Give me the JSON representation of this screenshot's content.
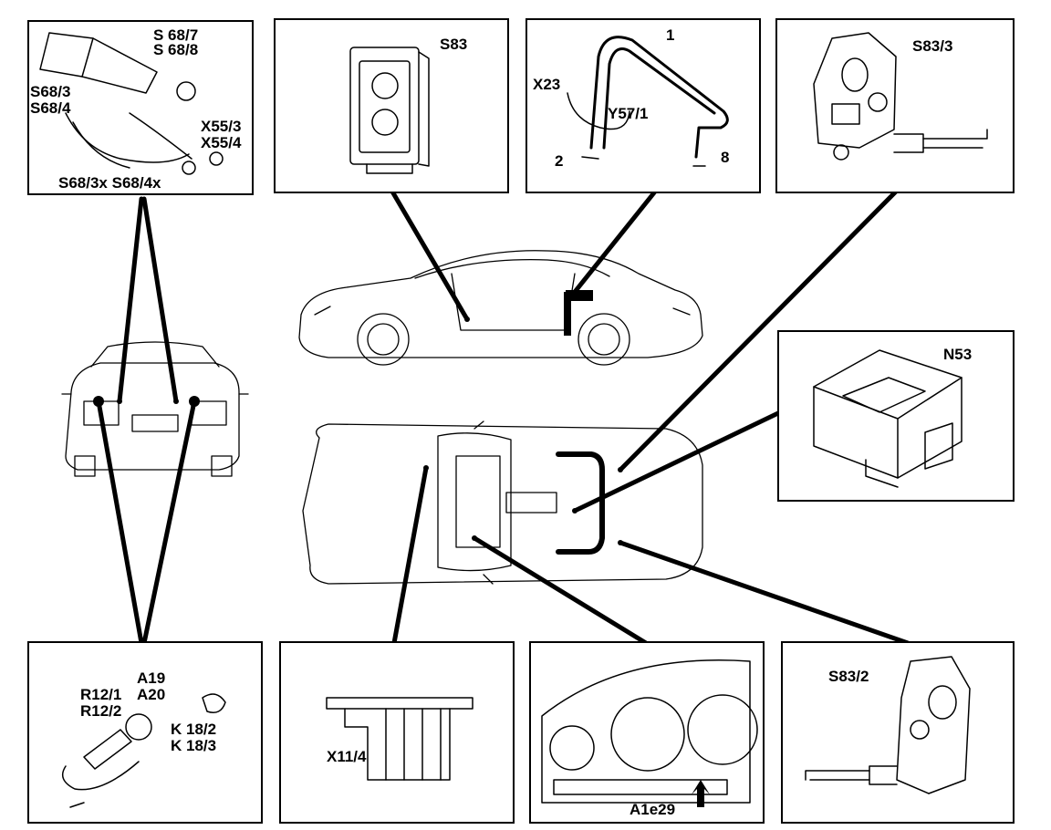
{
  "panels": {
    "rear_lamp_switch": {
      "labels": [
        "S 68/7",
        "S 68/8",
        "S68/3",
        "S68/4",
        "X55/3",
        "X55/4",
        "S68/3x S68/4x"
      ]
    },
    "window_switch": {
      "labels": [
        "S83"
      ]
    },
    "roll_bar": {
      "labels": [
        "1",
        "X23",
        "Y57/1",
        "2",
        "8"
      ]
    },
    "latch_right": {
      "labels": [
        "S83/3"
      ]
    },
    "control_module": {
      "labels": [
        "N53"
      ]
    },
    "lamp_bulb": {
      "labels": [
        "A19",
        "A20",
        "R12/1",
        "R12/2",
        "K 18/2",
        "K 18/3"
      ]
    },
    "connector": {
      "labels": [
        "X11/4"
      ]
    },
    "instrument_cluster": {
      "labels": [
        "A1e29"
      ]
    },
    "latch_left": {
      "labels": [
        "S83/2"
      ]
    }
  }
}
